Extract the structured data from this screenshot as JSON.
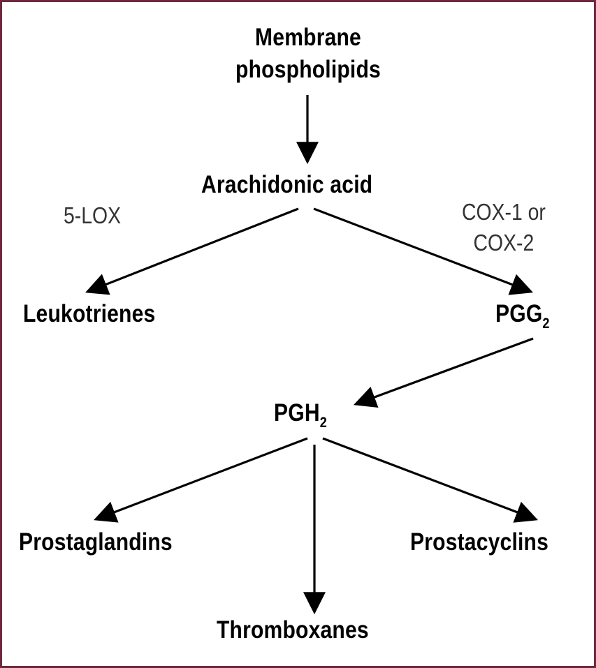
{
  "diagram": {
    "nodes": {
      "membrane_line1": "Membrane",
      "membrane_line2": "phospholipids",
      "arachidonic": "Arachidonic acid",
      "leukotrienes": "Leukotrienes",
      "pgg_base": "PGG",
      "pgg_sub": "2",
      "pgh_base": "PGH",
      "pgh_sub": "2",
      "prostaglandins": "Prostaglandins",
      "prostacyclins": "Prostacyclins",
      "thromboxanes": "Thromboxanes"
    },
    "enzymes": {
      "lox": "5-LOX",
      "cox_line1": "COX-1 or",
      "cox_line2": "COX-2"
    },
    "edges": [
      {
        "from": "membrane_phospholipids",
        "to": "arachidonic_acid"
      },
      {
        "from": "arachidonic_acid",
        "to": "leukotrienes",
        "enzyme": "5-LOX"
      },
      {
        "from": "arachidonic_acid",
        "to": "PGG2",
        "enzyme": "COX-1 or COX-2"
      },
      {
        "from": "PGG2",
        "to": "PGH2"
      },
      {
        "from": "PGH2",
        "to": "prostaglandins"
      },
      {
        "from": "PGH2",
        "to": "thromboxanes"
      },
      {
        "from": "PGH2",
        "to": "prostacyclins"
      }
    ],
    "colors": {
      "border": "#6e2a3c",
      "text": "#000000",
      "enzyme_text": "#333333",
      "arrow": "#000000"
    }
  }
}
